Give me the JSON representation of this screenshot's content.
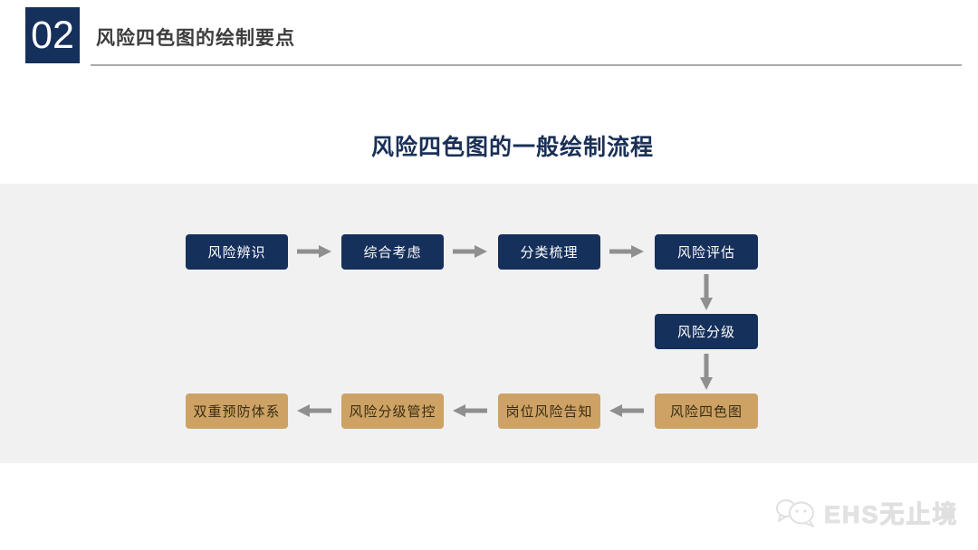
{
  "header": {
    "section_number": "02",
    "title": "风险四色图的绘制要点"
  },
  "subtitle": "风险四色图的一般绘制流程",
  "flowchart": {
    "top_row": [
      {
        "label": "风险辨识"
      },
      {
        "label": "综合考虑"
      },
      {
        "label": "分类梳理"
      },
      {
        "label": "风险评估"
      }
    ],
    "middle": {
      "label": "风险分级"
    },
    "bottom_row": [
      {
        "label": "双重预防体系"
      },
      {
        "label": "风险分级管控"
      },
      {
        "label": "岗位风险告知"
      },
      {
        "label": "风险四色图"
      }
    ],
    "flow_direction": "top row left-to-right, down to 风险分级, down to 风险四色图, bottom row right-to-left"
  },
  "watermark": {
    "brand": "EHS无止境",
    "logo": "chat-bubbles-icon"
  },
  "colors": {
    "navy_box": "#16305c",
    "tan_box": "#cda264",
    "tan_text": "#3b2d12",
    "arrow_gray": "#8f8f8f",
    "panel_gray": "#f1f1f1",
    "title_navy": "#1a3057",
    "header_text": "#3d3d3d"
  }
}
